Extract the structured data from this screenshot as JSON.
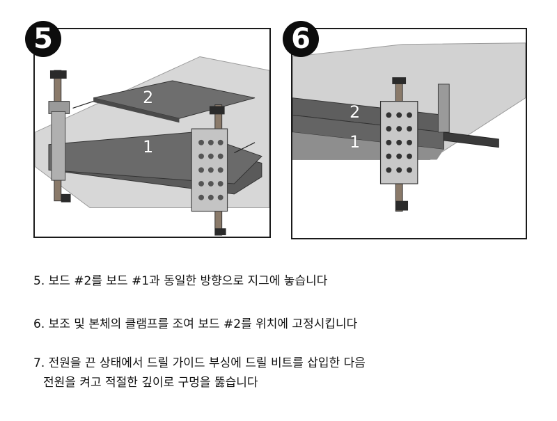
{
  "panels": [
    {
      "step_number": "5",
      "board_top_label": "2",
      "board_bottom_label": "1"
    },
    {
      "step_number": "6",
      "board_top_label": "2",
      "board_bottom_label": "1"
    }
  ],
  "steps": [
    {
      "text": "5. 보드 #2를 보드 #1과 동일한 방향으로 지그에 놓습니다"
    },
    {
      "text": "6. 보조 및 본체의 클램프를 조여 보드 #2를 위치에 고정시킵니다"
    },
    {
      "text": "7. 전원을 끈 상태에서 드릴 가이드 부싱에 드릴 비트를 삽입한 다음",
      "continuation": "전원을 켜고 적절한 깊이로 구멍을 뚫습니다"
    }
  ]
}
